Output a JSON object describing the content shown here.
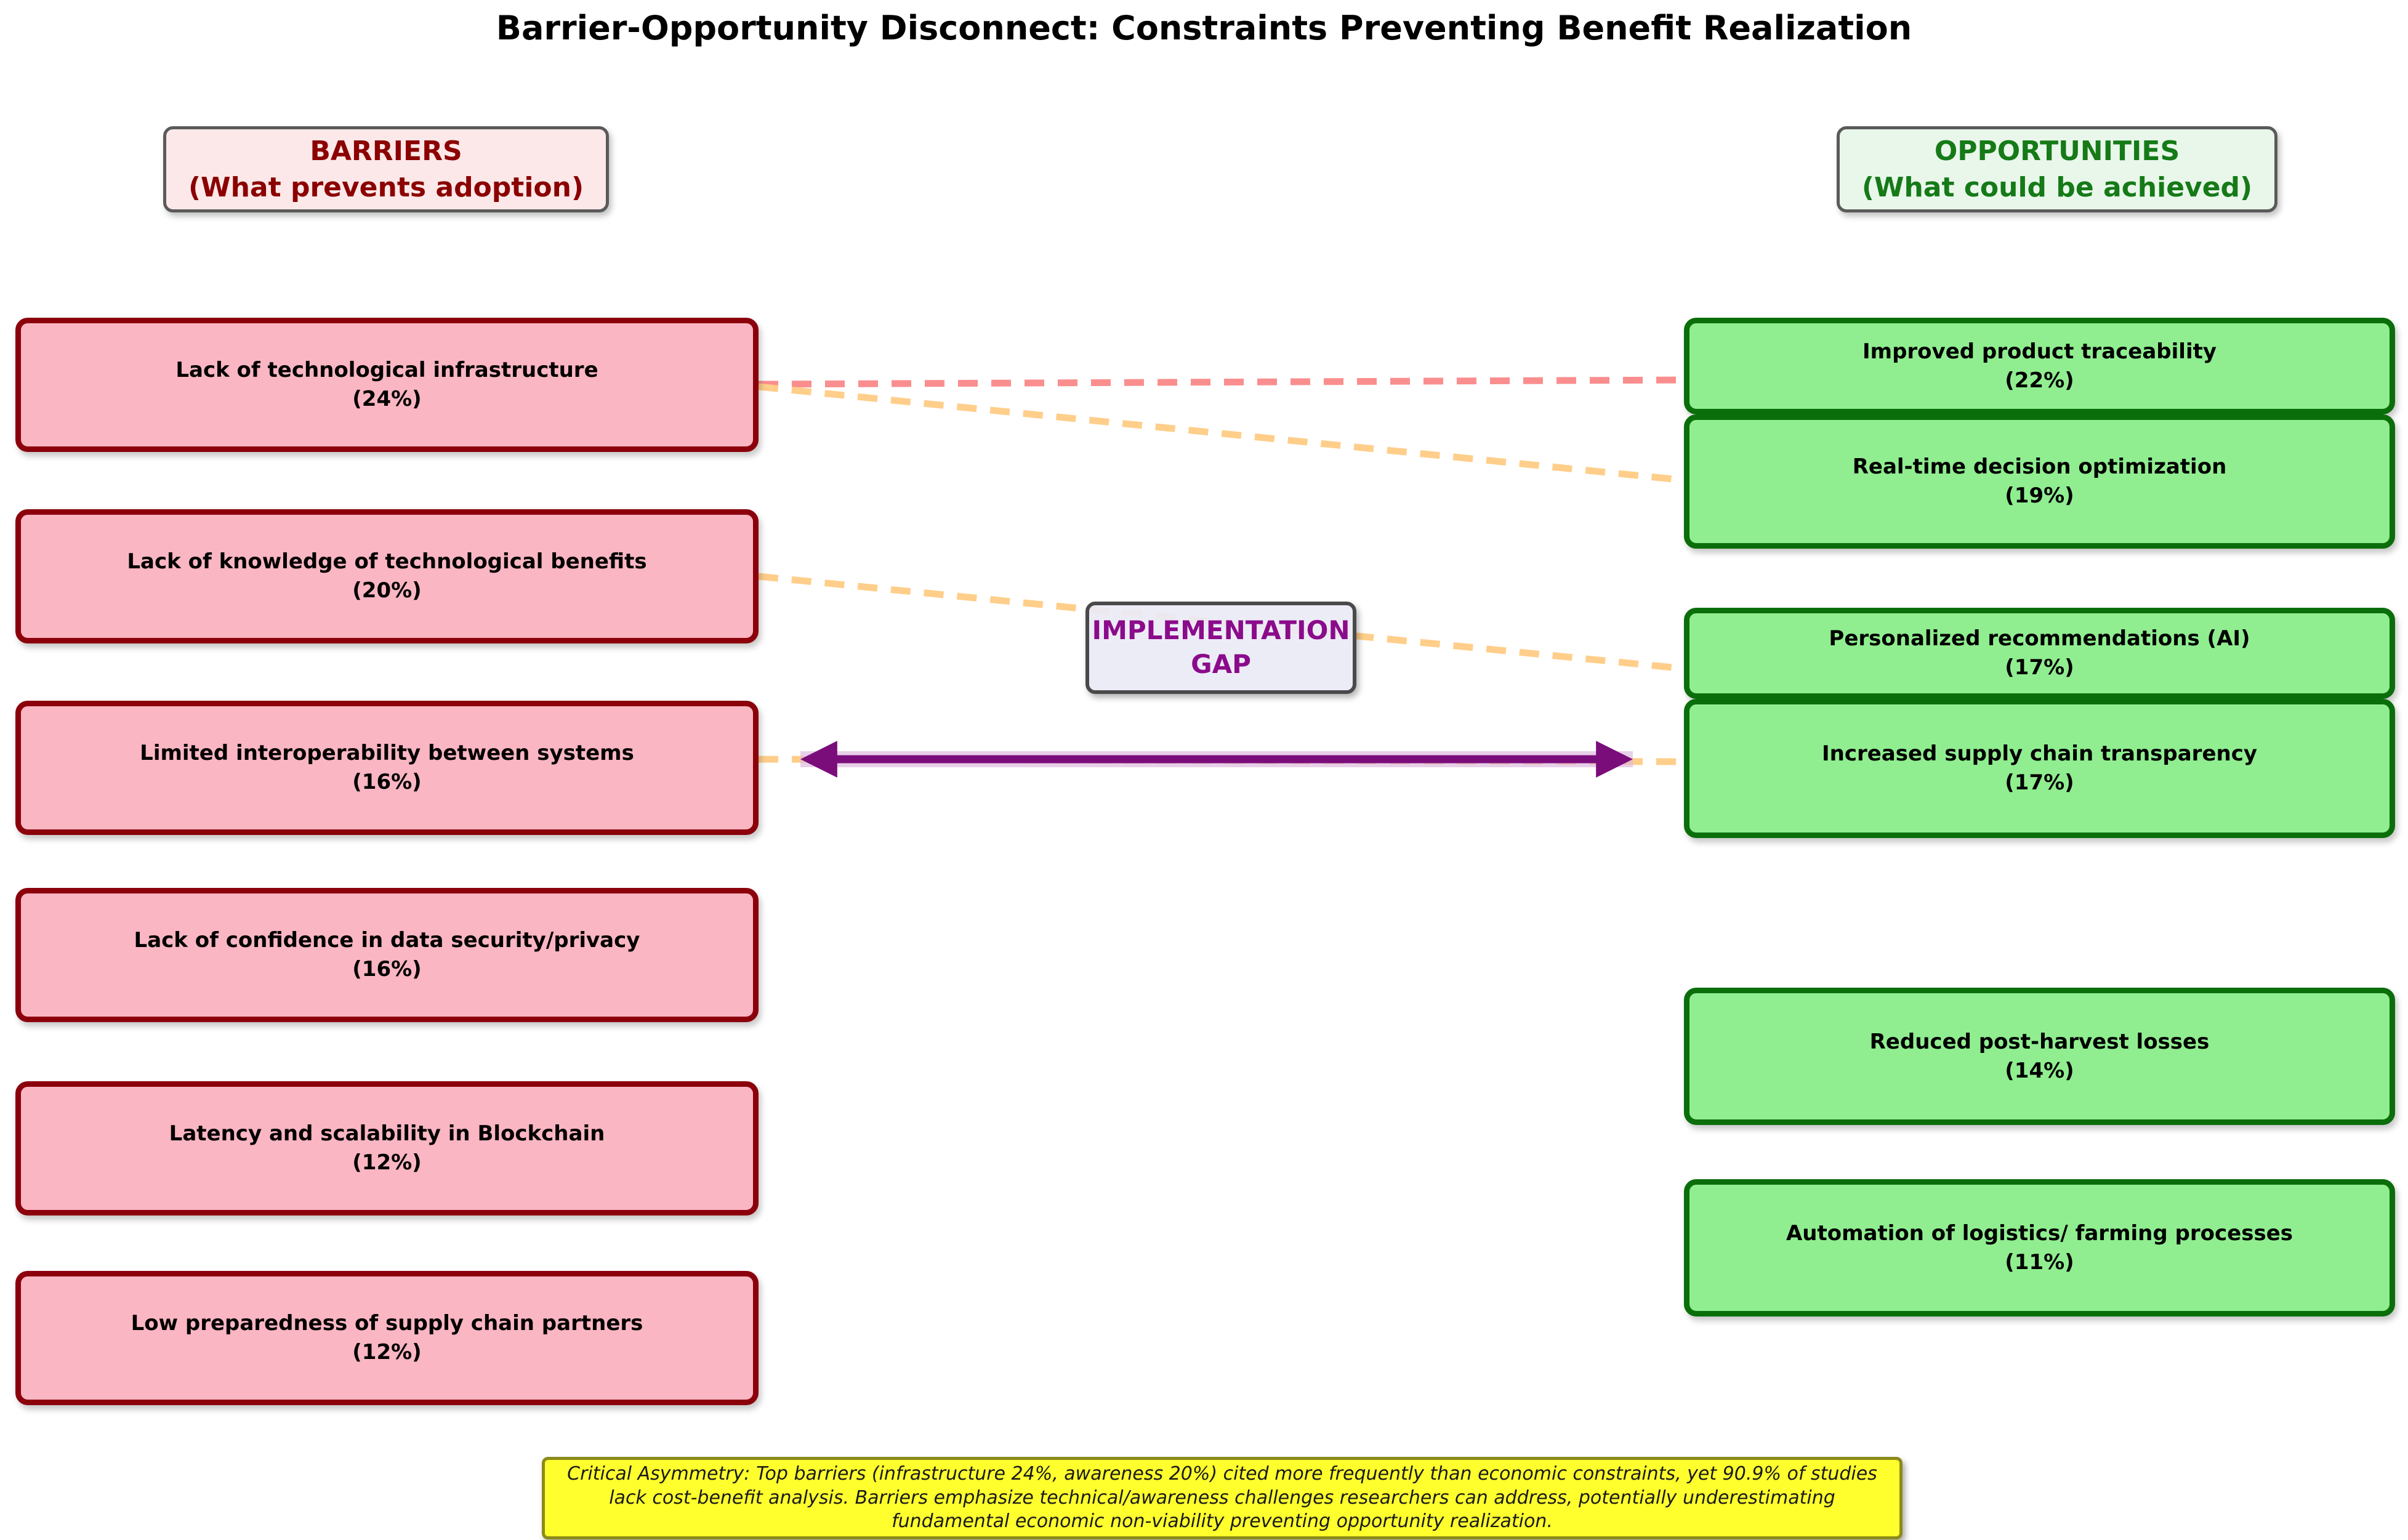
{
  "title": "Barrier-Opportunity Disconnect: Constraints Preventing Benefit Realization",
  "barriers": {
    "header_line1": "BARRIERS",
    "header_line2": "(What prevents adoption)",
    "items": [
      {
        "label": "Lack of technological infrastructure",
        "pct": "(24%)"
      },
      {
        "label": "Lack of knowledge of technological benefits",
        "pct": "(20%)"
      },
      {
        "label": "Limited interoperability between systems",
        "pct": "(16%)"
      },
      {
        "label": "Lack of confidence in data security/privacy",
        "pct": "(16%)"
      },
      {
        "label": "Latency and scalability in Blockchain",
        "pct": "(12%)"
      },
      {
        "label": "Low preparedness of supply chain partners",
        "pct": "(12%)"
      }
    ]
  },
  "opportunities": {
    "header_line1": "OPPORTUNITIES",
    "header_line2": "(What could be achieved)",
    "items": [
      {
        "label": "Improved product traceability",
        "pct": "(22%)"
      },
      {
        "label": "Real-time decision optimization",
        "pct": "(19%)"
      },
      {
        "label": "Personalized recommendations (AI)",
        "pct": "(17%)"
      },
      {
        "label": "Increased supply chain transparency",
        "pct": "(17%)"
      },
      {
        "label": "Reduced post-harvest losses",
        "pct": "(14%)"
      },
      {
        "label": "Automation of logistics/ farming processes",
        "pct": "(11%)"
      }
    ]
  },
  "gap": {
    "line1": "IMPLEMENTATION",
    "line2": "GAP"
  },
  "note": "Critical Asymmetry: Top barriers (infrastructure 24%, awareness 20%) cited more frequently than economic constraints, yet 90.9% of studies lack cost-benefit analysis. Barriers emphasize technical/awareness challenges researchers can address, potentially underestimating fundamental economic non-viability preventing opportunity realization.",
  "connections": [
    {
      "from": "Lack of technological infrastructure",
      "to": "Improved product traceability",
      "style": "salmon-dashed"
    },
    {
      "from": "Lack of technological infrastructure",
      "to": "Real-time decision optimization",
      "style": "orange-dashed"
    },
    {
      "from": "Lack of knowledge of technological benefits",
      "to": "Personalized recommendations (AI)",
      "style": "orange-dashed"
    },
    {
      "from": "Limited interoperability between systems",
      "to": "Increased supply chain transparency",
      "style": "orange-dashed"
    },
    {
      "from": "Limited interoperability between systems",
      "to": "Increased supply chain transparency",
      "style": "purple-double-arrow",
      "label": "IMPLEMENTATION GAP"
    }
  ],
  "colors": {
    "barrier_fill": "#fab6c2",
    "barrier_border": "#8b000b",
    "barrier_header_fill": "#fce8e8",
    "barrier_header_text": "#8b0000",
    "opportunity_fill": "#90ee90",
    "opportunity_border": "#0a6e0a",
    "opportunity_header_fill": "#e9f7eb",
    "opportunity_header_text": "#157a17",
    "gap_text": "#8b0b8b",
    "gap_fill": "#eaeaf6",
    "salmon_line": "#fa8e8e",
    "orange_line": "#ffce8a",
    "purple_arrow": "#7b0d7b",
    "note_fill": "#ffff2e",
    "note_border": "#8b8b1a"
  }
}
